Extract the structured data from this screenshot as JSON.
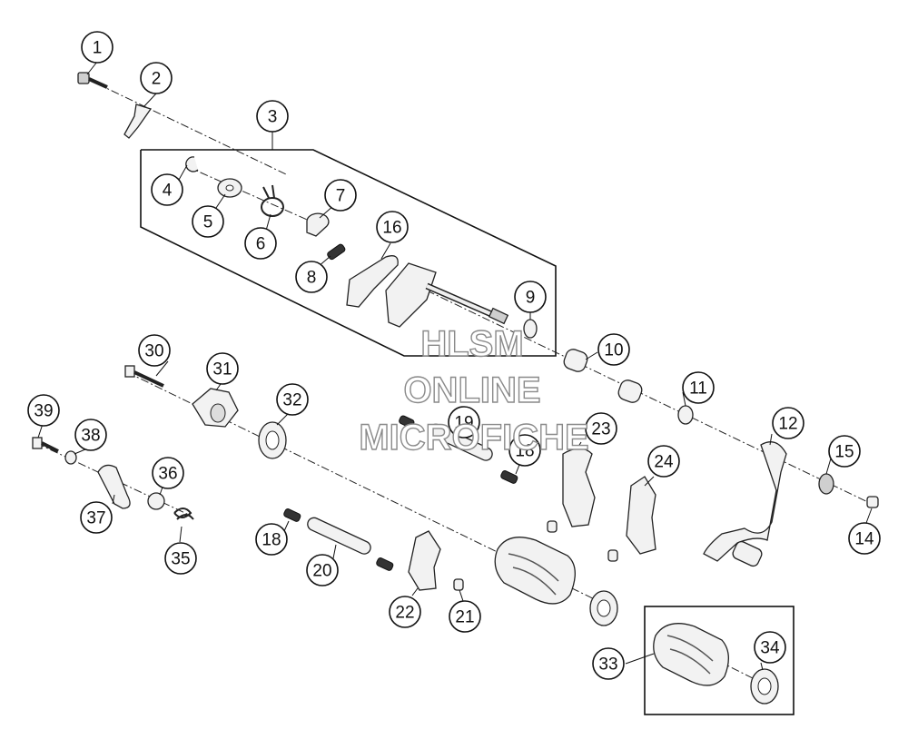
{
  "watermark": {
    "line1": "HLSM",
    "line2": "ONLINE",
    "line3": "MICROFICHE"
  },
  "callouts": [
    {
      "id": "c1",
      "label": "1"
    },
    {
      "id": "c2",
      "label": "2"
    },
    {
      "id": "c3",
      "label": "3"
    },
    {
      "id": "c4",
      "label": "4"
    },
    {
      "id": "c5",
      "label": "5"
    },
    {
      "id": "c6",
      "label": "6"
    },
    {
      "id": "c7",
      "label": "7"
    },
    {
      "id": "c8",
      "label": "8"
    },
    {
      "id": "c9",
      "label": "9"
    },
    {
      "id": "c10",
      "label": "10"
    },
    {
      "id": "c11",
      "label": "11"
    },
    {
      "id": "c12",
      "label": "12"
    },
    {
      "id": "c14",
      "label": "14"
    },
    {
      "id": "c15",
      "label": "15"
    },
    {
      "id": "c16",
      "label": "16"
    },
    {
      "id": "c18a",
      "label": "18"
    },
    {
      "id": "c18b",
      "label": "18"
    },
    {
      "id": "c19",
      "label": "19"
    },
    {
      "id": "c20",
      "label": "20"
    },
    {
      "id": "c21",
      "label": "21"
    },
    {
      "id": "c22",
      "label": "22"
    },
    {
      "id": "c23",
      "label": "23"
    },
    {
      "id": "c24",
      "label": "24"
    },
    {
      "id": "c30",
      "label": "30"
    },
    {
      "id": "c31",
      "label": "31"
    },
    {
      "id": "c32",
      "label": "32"
    },
    {
      "id": "c33",
      "label": "33"
    },
    {
      "id": "c34",
      "label": "34"
    },
    {
      "id": "c35",
      "label": "35"
    },
    {
      "id": "c36",
      "label": "36"
    },
    {
      "id": "c37",
      "label": "37"
    },
    {
      "id": "c38",
      "label": "38"
    },
    {
      "id": "c39",
      "label": "39"
    }
  ]
}
